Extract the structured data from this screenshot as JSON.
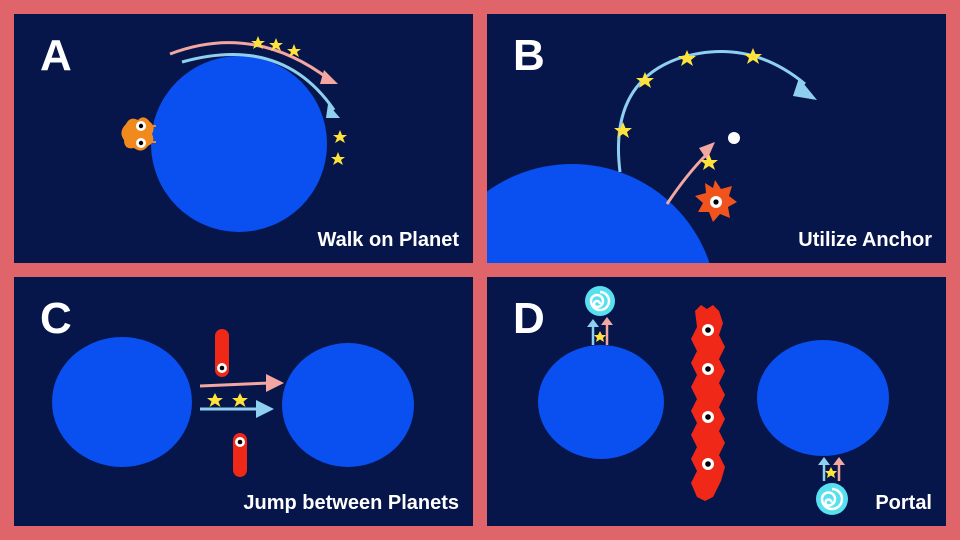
{
  "colors": {
    "frame": "#e0656a",
    "panel_bg": "#06164a",
    "planet": "#0a4ff0",
    "pink_arrow": "#f4a7a0",
    "blue_arrow": "#8fd0f0",
    "star": "#ffe23a",
    "orange_creature": "#f08a1c",
    "red_creature": "#f02818",
    "portal": "#58e0f0"
  },
  "panels": [
    {
      "letter": "A",
      "caption": "Walk on Planet"
    },
    {
      "letter": "B",
      "caption": "Utilize Anchor"
    },
    {
      "letter": "C",
      "caption": "Jump between Planets"
    },
    {
      "letter": "D",
      "caption": "Portal"
    }
  ]
}
